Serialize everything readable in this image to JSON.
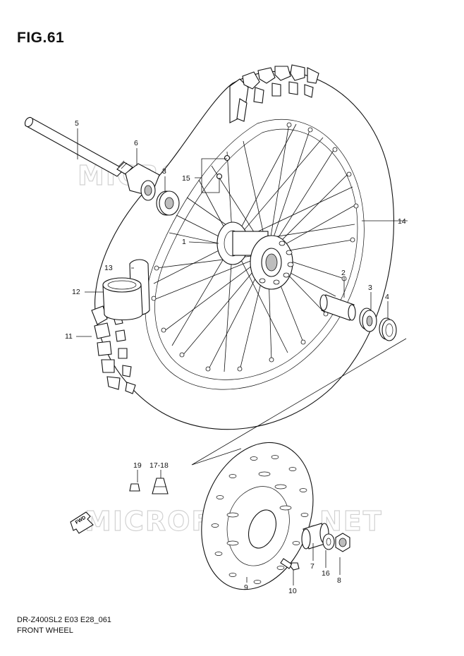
{
  "figure": {
    "title": "FIG.61",
    "model_code": "DR-Z400SL2 E03 E28_061",
    "section_name": "FRONT WHEEL",
    "watermark": "MICROFICHES.NET",
    "direction_label": "FWD"
  },
  "callouts": [
    {
      "id": "1",
      "label": "1"
    },
    {
      "id": "2",
      "label": "2"
    },
    {
      "id": "3a",
      "label": "3"
    },
    {
      "id": "3b",
      "label": "3"
    },
    {
      "id": "4",
      "label": "4"
    },
    {
      "id": "5",
      "label": "5"
    },
    {
      "id": "6",
      "label": "6"
    },
    {
      "id": "7",
      "label": "7"
    },
    {
      "id": "8",
      "label": "8"
    },
    {
      "id": "9",
      "label": "9"
    },
    {
      "id": "10",
      "label": "10"
    },
    {
      "id": "11",
      "label": "11"
    },
    {
      "id": "12",
      "label": "12"
    },
    {
      "id": "13",
      "label": "13"
    },
    {
      "id": "14",
      "label": "14"
    },
    {
      "id": "15",
      "label": "15"
    },
    {
      "id": "16",
      "label": "16"
    },
    {
      "id": "17-18",
      "label": "17-18"
    },
    {
      "id": "19",
      "label": "19"
    }
  ]
}
